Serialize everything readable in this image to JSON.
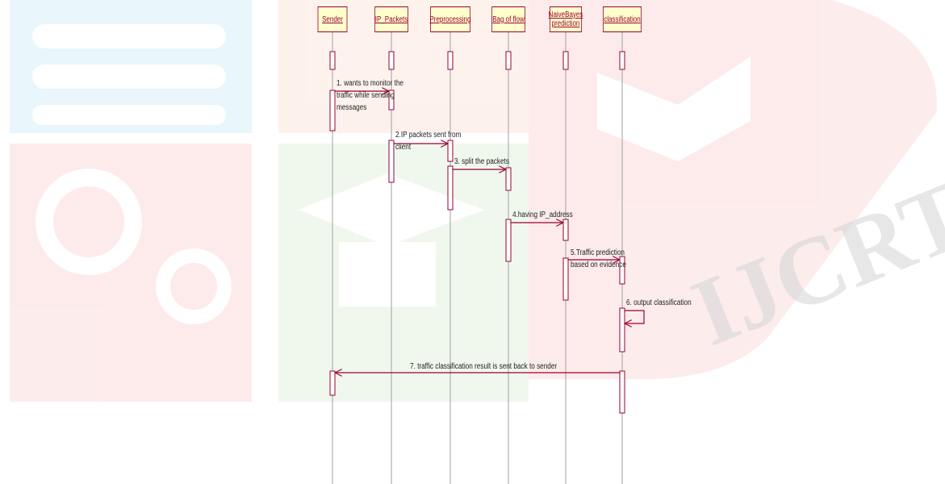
{
  "lifelines": [
    {
      "id": "sender",
      "label": "Sender"
    },
    {
      "id": "ip",
      "label": "IP_Packets"
    },
    {
      "id": "pre",
      "label": "Preprocessing"
    },
    {
      "id": "bag",
      "label": "Bag of flow"
    },
    {
      "id": "nb",
      "label": "NaiveBayes\nprediction"
    },
    {
      "id": "cls",
      "label": "classification"
    }
  ],
  "messages": [
    {
      "id": "m1",
      "text": "1. wants to monitor the\ntraffic while sending\nmessages"
    },
    {
      "id": "m2",
      "text": "2.IP packets sent from\nclient"
    },
    {
      "id": "m3",
      "text": "3. split the packets"
    },
    {
      "id": "m4",
      "text": "4.having IP_address"
    },
    {
      "id": "m5",
      "text": "5.Traffic prediction\nbased on evidence"
    },
    {
      "id": "m6",
      "text": "6. output classification"
    },
    {
      "id": "m7",
      "text": "7. traffic classification result is sent back to sender"
    }
  ],
  "watermark": {
    "text": "IJCRT",
    "colors": {
      "blue": "#5bc0e8",
      "orange": "#f3a46b",
      "red": "#f26a6a",
      "green": "#8fd17c",
      "diagram": "#990033"
    }
  }
}
